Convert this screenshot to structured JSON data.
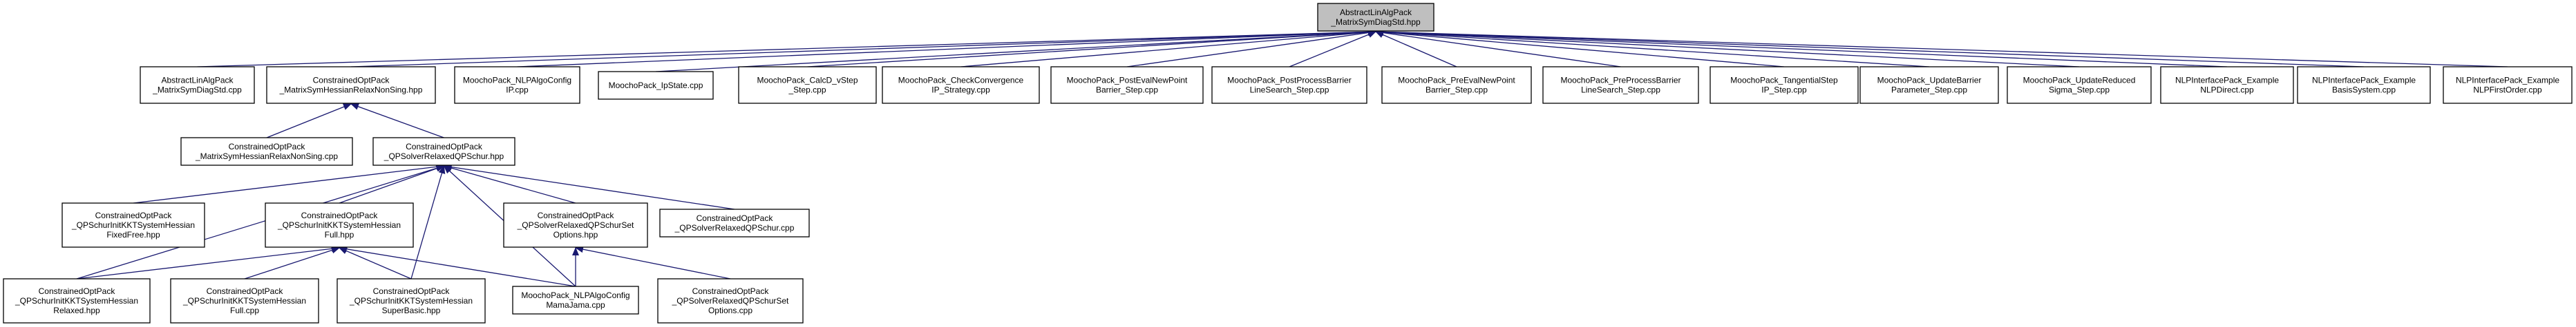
{
  "diagram": {
    "type": "include-dependency-graph",
    "colors": {
      "edge": "#191970",
      "root_fill": "#bfbfbf",
      "node_fill": "#ffffff",
      "node_border": "#000000"
    },
    "nodes": [
      {
        "id": "root",
        "lines": [
          "AbstractLinAlgPack",
          "_MatrixSymDiagStd.hpp"
        ],
        "root": true
      },
      {
        "id": "n_diagstd_cpp",
        "lines": [
          "AbstractLinAlgPack",
          "_MatrixSymDiagStd.cpp"
        ]
      },
      {
        "id": "n_relax_hpp",
        "lines": [
          "ConstrainedOptPack",
          "_MatrixSymHessianRelaxNonSing.hpp"
        ]
      },
      {
        "id": "n_nlpalgo_ip",
        "lines": [
          "MoochoPack_NLPAlgoConfig",
          "IP.cpp"
        ]
      },
      {
        "id": "n_ipstate",
        "lines": [
          "MoochoPack_IpState.cpp"
        ]
      },
      {
        "id": "n_calcd",
        "lines": [
          "MoochoPack_CalcD_vStep",
          "_Step.cpp"
        ]
      },
      {
        "id": "n_checkconv",
        "lines": [
          "MoochoPack_CheckConvergence",
          "IP_Strategy.cpp"
        ]
      },
      {
        "id": "n_posteval",
        "lines": [
          "MoochoPack_PostEvalNewPoint",
          "Barrier_Step.cpp"
        ]
      },
      {
        "id": "n_postproc",
        "lines": [
          "MoochoPack_PostProcessBarrier",
          "LineSearch_Step.cpp"
        ]
      },
      {
        "id": "n_preeval",
        "lines": [
          "MoochoPack_PreEvalNewPoint",
          "Barrier_Step.cpp"
        ]
      },
      {
        "id": "n_preproc",
        "lines": [
          "MoochoPack_PreProcessBarrier",
          "LineSearch_Step.cpp"
        ]
      },
      {
        "id": "n_tangential",
        "lines": [
          "MoochoPack_TangentialStep",
          "IP_Step.cpp"
        ]
      },
      {
        "id": "n_updatebarrier",
        "lines": [
          "MoochoPack_UpdateBarrier",
          "Parameter_Step.cpp"
        ]
      },
      {
        "id": "n_updatereduced",
        "lines": [
          "MoochoPack_UpdateReduced",
          "Sigma_Step.cpp"
        ]
      },
      {
        "id": "n_nlpdirect",
        "lines": [
          "NLPInterfacePack_Example",
          "NLPDirect.cpp"
        ]
      },
      {
        "id": "n_basissystem",
        "lines": [
          "NLPInterfacePack_Example",
          "BasisSystem.cpp"
        ]
      },
      {
        "id": "n_firstorder",
        "lines": [
          "NLPInterfacePack_Example",
          "NLPFirstOrder.cpp"
        ]
      },
      {
        "id": "n_relax_cpp",
        "lines": [
          "ConstrainedOptPack",
          "_MatrixSymHessianRelaxNonSing.cpp"
        ]
      },
      {
        "id": "n_qpschur_hpp",
        "lines": [
          "ConstrainedOptPack",
          "_QPSolverRelaxedQPSchur.hpp"
        ]
      },
      {
        "id": "n_fixedfree",
        "lines": [
          "ConstrainedOptPack",
          "_QPSchurInitKKTSystemHessian",
          "FixedFree.hpp"
        ]
      },
      {
        "id": "n_full_hpp",
        "lines": [
          "ConstrainedOptPack",
          "_QPSchurInitKKTSystemHessian",
          "Full.hpp"
        ]
      },
      {
        "id": "n_setopt_hpp",
        "lines": [
          "ConstrainedOptPack",
          "_QPSolverRelaxedQPSchurSet",
          "Options.hpp"
        ]
      },
      {
        "id": "n_qpschur_cpp",
        "lines": [
          "ConstrainedOptPack",
          "_QPSolverRelaxedQPSchur.cpp"
        ]
      },
      {
        "id": "n_relaxed_hpp",
        "lines": [
          "ConstrainedOptPack",
          "_QPSchurInitKKTSystemHessian",
          "Relaxed.hpp"
        ]
      },
      {
        "id": "n_full_cpp",
        "lines": [
          "ConstrainedOptPack",
          "_QPSchurInitKKTSystemHessian",
          "Full.cpp"
        ]
      },
      {
        "id": "n_superbasic",
        "lines": [
          "ConstrainedOptPack",
          "_QPSchurInitKKTSystemHessian",
          "SuperBasic.hpp"
        ]
      },
      {
        "id": "n_mamajama",
        "lines": [
          "MoochoPack_NLPAlgoConfig",
          "MamaJama.cpp"
        ]
      },
      {
        "id": "n_setopt_cpp",
        "lines": [
          "ConstrainedOptPack",
          "_QPSolverRelaxedQPSchurSet",
          "Options.cpp"
        ]
      }
    ],
    "edges": [
      [
        "n_diagstd_cpp",
        "root"
      ],
      [
        "n_relax_hpp",
        "root"
      ],
      [
        "n_nlpalgo_ip",
        "root"
      ],
      [
        "n_ipstate",
        "root"
      ],
      [
        "n_calcd",
        "root"
      ],
      [
        "n_checkconv",
        "root"
      ],
      [
        "n_posteval",
        "root"
      ],
      [
        "n_postproc",
        "root"
      ],
      [
        "n_preeval",
        "root"
      ],
      [
        "n_preproc",
        "root"
      ],
      [
        "n_tangential",
        "root"
      ],
      [
        "n_updatebarrier",
        "root"
      ],
      [
        "n_updatereduced",
        "root"
      ],
      [
        "n_nlpdirect",
        "root"
      ],
      [
        "n_basissystem",
        "root"
      ],
      [
        "n_firstorder",
        "root"
      ],
      [
        "n_relax_cpp",
        "n_relax_hpp"
      ],
      [
        "n_qpschur_hpp",
        "n_relax_hpp"
      ],
      [
        "n_fixedfree",
        "n_qpschur_hpp"
      ],
      [
        "n_full_hpp",
        "n_qpschur_hpp"
      ],
      [
        "n_setopt_hpp",
        "n_qpschur_hpp"
      ],
      [
        "n_qpschur_cpp",
        "n_qpschur_hpp"
      ],
      [
        "n_relaxed_hpp",
        "n_qpschur_hpp"
      ],
      [
        "n_superbasic",
        "n_qpschur_hpp"
      ],
      [
        "n_mamajama",
        "n_qpschur_hpp"
      ],
      [
        "n_relaxed_hpp",
        "n_full_hpp"
      ],
      [
        "n_full_cpp",
        "n_full_hpp"
      ],
      [
        "n_superbasic",
        "n_full_hpp"
      ],
      [
        "n_mamajama",
        "n_full_hpp"
      ],
      [
        "n_mamajama",
        "n_setopt_hpp"
      ],
      [
        "n_setopt_cpp",
        "n_setopt_hpp"
      ]
    ]
  }
}
